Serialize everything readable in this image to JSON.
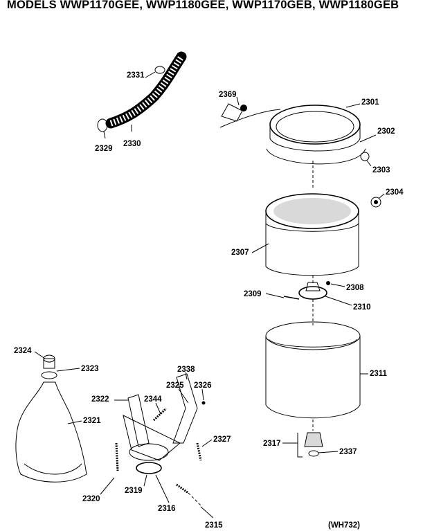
{
  "title": "MODELS WWP1170GEE, WWP1180GEE, WWP1170GEB, WWP1180GEB",
  "diagram_code": "(WH732)",
  "parts": {
    "p2331": "2331",
    "p2330": "2330",
    "p2329": "2329",
    "p2369": "2369",
    "p2301": "2301",
    "p2302": "2302",
    "p2303": "2303",
    "p2304": "2304",
    "p2307": "2307",
    "p2308": "2308",
    "p2309": "2309",
    "p2310": "2310",
    "p2311": "2311",
    "p2317": "2317",
    "p2337": "2337",
    "p2324": "2324",
    "p2323": "2323",
    "p2321": "2321",
    "p2320": "2320",
    "p2338": "2338",
    "p2325": "2325",
    "p2326": "2326",
    "p2322": "2322",
    "p2344": "2344",
    "p2327": "2327",
    "p2319": "2319",
    "p2316": "2316",
    "p2315": "2315"
  }
}
